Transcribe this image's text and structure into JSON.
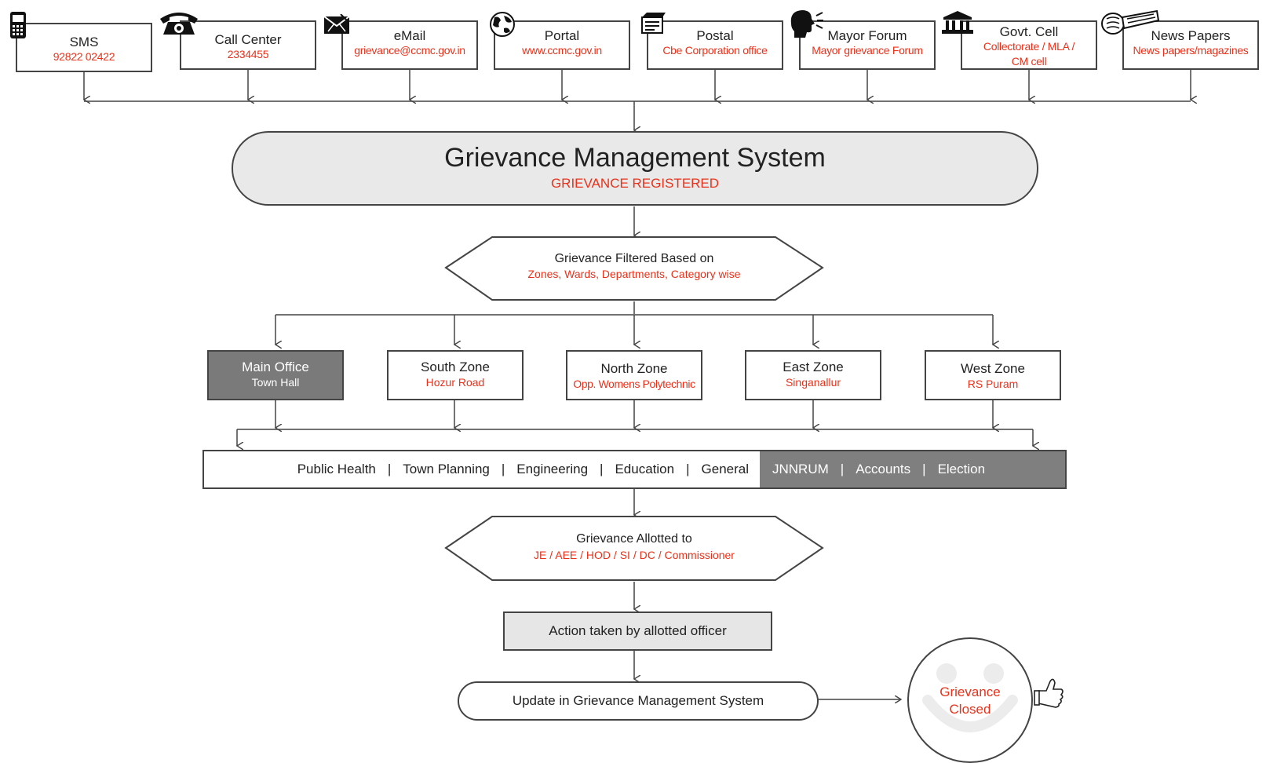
{
  "channels": [
    {
      "title": "SMS",
      "sub": "92822 02422",
      "icon": "mobile-phone-icon",
      "glyph": "📱"
    },
    {
      "title": "Call Center",
      "sub": "2334455",
      "icon": "telephone-icon",
      "glyph": "☎"
    },
    {
      "title": "eMail",
      "sub": "grievance@ccmc.gov.in",
      "icon": "envelope-icon",
      "glyph": "✉"
    },
    {
      "title": "Portal",
      "sub": "www.ccmc.gov.in",
      "icon": "globe-icon",
      "glyph": "🌐"
    },
    {
      "title": "Postal",
      "sub": "Cbe Corporation office",
      "icon": "mailbox-icon",
      "glyph": "📬"
    },
    {
      "title": "Mayor Forum",
      "sub": "Mayor grievance Forum",
      "icon": "speaker-head-icon",
      "glyph": "🗣"
    },
    {
      "title": "Govt. Cell",
      "sub": "Collectorate / MLA / CM cell",
      "icon": "government-building-icon",
      "glyph": "🏛"
    },
    {
      "title": "News Papers",
      "sub": "News papers/magazines",
      "icon": "newspaper-icon",
      "glyph": "📰"
    }
  ],
  "gms": {
    "title": "Grievance Management System",
    "sub": "GRIEVANCE REGISTERED"
  },
  "filter": {
    "title": "Grievance Filtered Based on",
    "sub": "Zones, Wards, Departments, Category wise"
  },
  "zones": [
    {
      "title": "Main Office",
      "sub": "Town Hall",
      "dark": true
    },
    {
      "title": "South Zone",
      "sub": "Hozur Road",
      "dark": false
    },
    {
      "title": "North Zone",
      "sub": "Opp. Womens Polytechnic",
      "dark": false
    },
    {
      "title": "East Zone",
      "sub": "Singanallur",
      "dark": false
    },
    {
      "title": "West Zone",
      "sub": "RS Puram",
      "dark": false
    }
  ],
  "departments": {
    "left": [
      "Public Health",
      "Town Planning",
      "Engineering",
      "Education",
      "General"
    ],
    "right": [
      "JNNRUM",
      "Accounts",
      "Election"
    ],
    "separator": "|"
  },
  "allotted": {
    "title": "Grievance Allotted to",
    "sub": "JE / AEE / HOD / SI / DC / Commissioner"
  },
  "action": "Action taken by allotted officer",
  "update": "Update in Grievance Management System",
  "closed": {
    "line1": "Grievance",
    "line2": "Closed"
  },
  "colors": {
    "accent_red": "#e8321b",
    "dark_box": "#7a7a7a",
    "light_box": "#e6e6e6",
    "outline": "#444444"
  }
}
